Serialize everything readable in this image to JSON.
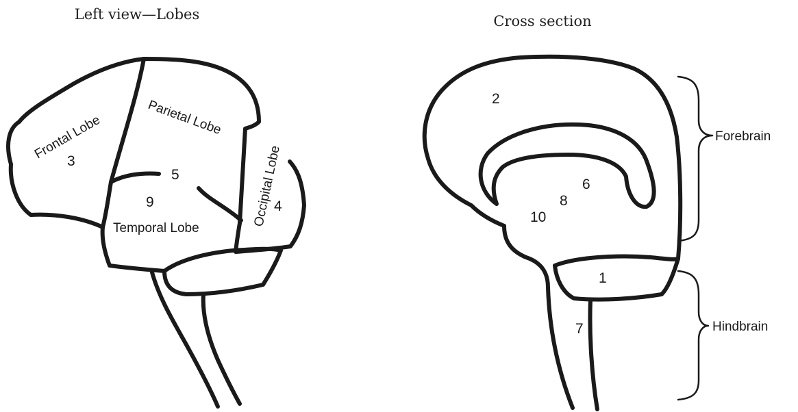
{
  "left_view": {
    "title": "Left view—Lobes",
    "lobes": {
      "frontal": "Frontal Lobe",
      "parietal": "Parietal Lobe",
      "occipital": "Occipital Lobe",
      "temporal": "Temporal Lobe"
    },
    "numbers": {
      "frontal": "3",
      "sulcus": "5",
      "temporal": "9",
      "occipital": "4"
    }
  },
  "cross_section": {
    "title": "Cross section",
    "numbers": {
      "cerebrum": "2",
      "six": "6",
      "eight": "8",
      "ten": "10",
      "cerebellum": "1",
      "brainstem": "7"
    },
    "regions": {
      "forebrain": "Forebrain",
      "hindbrain": "Hindbrain"
    }
  }
}
